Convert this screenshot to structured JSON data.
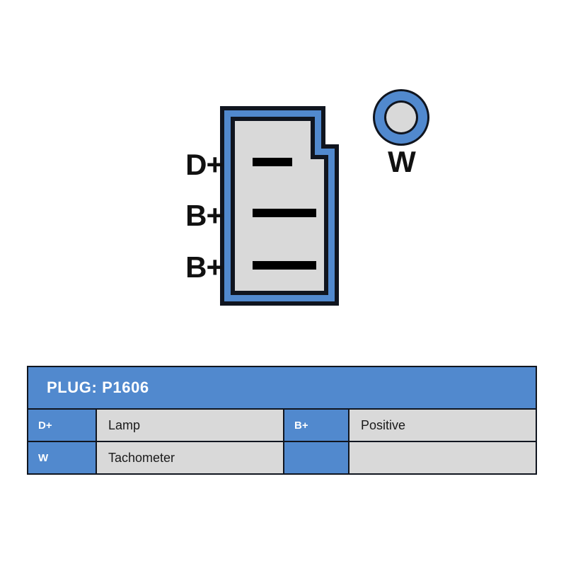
{
  "diagram": {
    "name": "alternator-plug-connector",
    "colors": {
      "blue": "#5189ce",
      "gray": "#d9d9d9",
      "outline": "#10151f",
      "blade": "#000000",
      "background": "#ffffff"
    },
    "connector": {
      "name": "3-pin stepped plug housing",
      "pins": [
        {
          "label": "D+",
          "blade_width": "short"
        },
        {
          "label": "B+",
          "blade_width": "long"
        },
        {
          "label": "B+",
          "blade_width": "long"
        }
      ]
    },
    "w_terminal": {
      "label": "W",
      "shape": "ring"
    }
  },
  "table": {
    "header": "PLUG: P1606",
    "rows": [
      {
        "key1": "D+",
        "val1": "Lamp",
        "key2": "B+",
        "val2": "Positive"
      },
      {
        "key1": "W",
        "val1": "Tachometer",
        "key2": "",
        "val2": ""
      }
    ]
  }
}
